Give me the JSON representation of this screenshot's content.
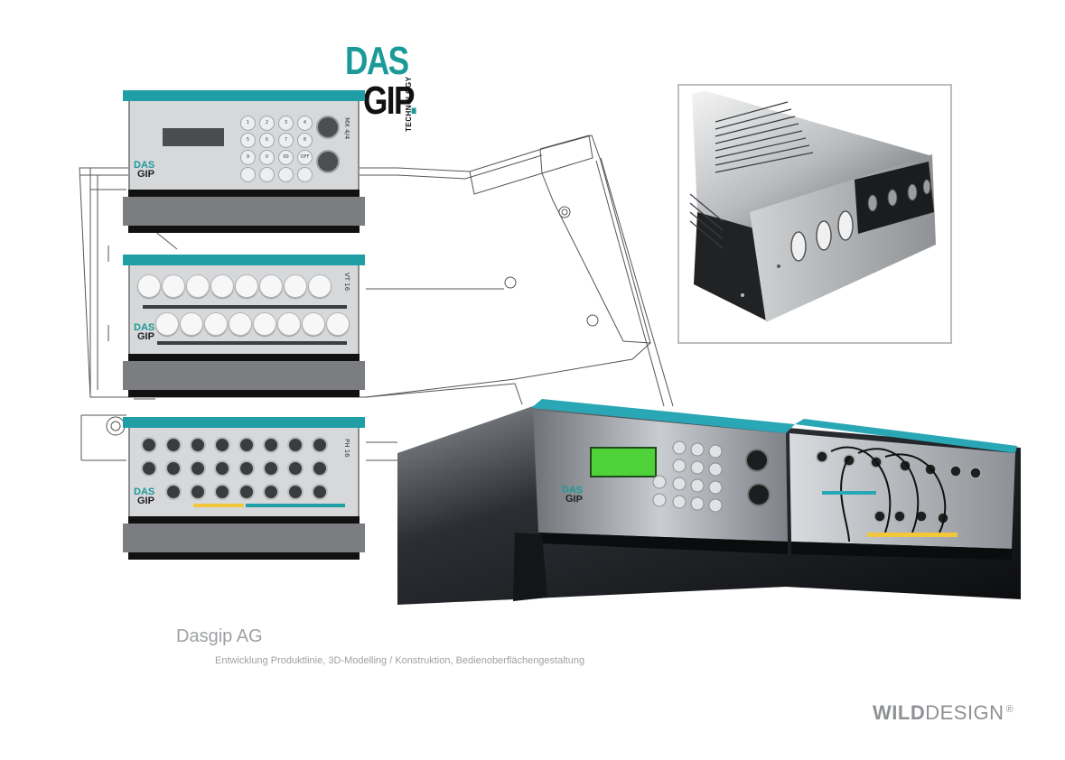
{
  "logo": {
    "line1": "DAS",
    "line2": "GIP",
    "dot": ".",
    "tagline": "TECHNOLOGY"
  },
  "modules": [
    {
      "label": "MX 4/4",
      "logo_a": "DAS",
      "logo_b": "GIP"
    },
    {
      "label": "VT 16",
      "logo_a": "DAS",
      "logo_b": "GIP"
    },
    {
      "label": "PH 16",
      "logo_a": "DAS",
      "logo_b": "GIP"
    }
  ],
  "keypad": {
    "keys": [
      "1",
      "2",
      "3",
      "4",
      "5",
      "6",
      "7",
      "8",
      "9",
      "0",
      "00",
      "OFF",
      "",
      "",
      "",
      ""
    ]
  },
  "render": {
    "logo_a": "DAS",
    "logo_b": "GIP"
  },
  "caption": {
    "title": "Dasgip AG",
    "subtitle": "Entwicklung Produktlinie, 3D-Modelling / Konstruktion, Bedienoberflächengestaltung"
  },
  "brand": {
    "part1": "WILD",
    "part2": "DESIGN",
    "reg": "®"
  },
  "colors": {
    "accent_teal": "#1f9ea6",
    "lcd_green": "#4fd13a",
    "caption_gray": "#9ea1a4"
  }
}
